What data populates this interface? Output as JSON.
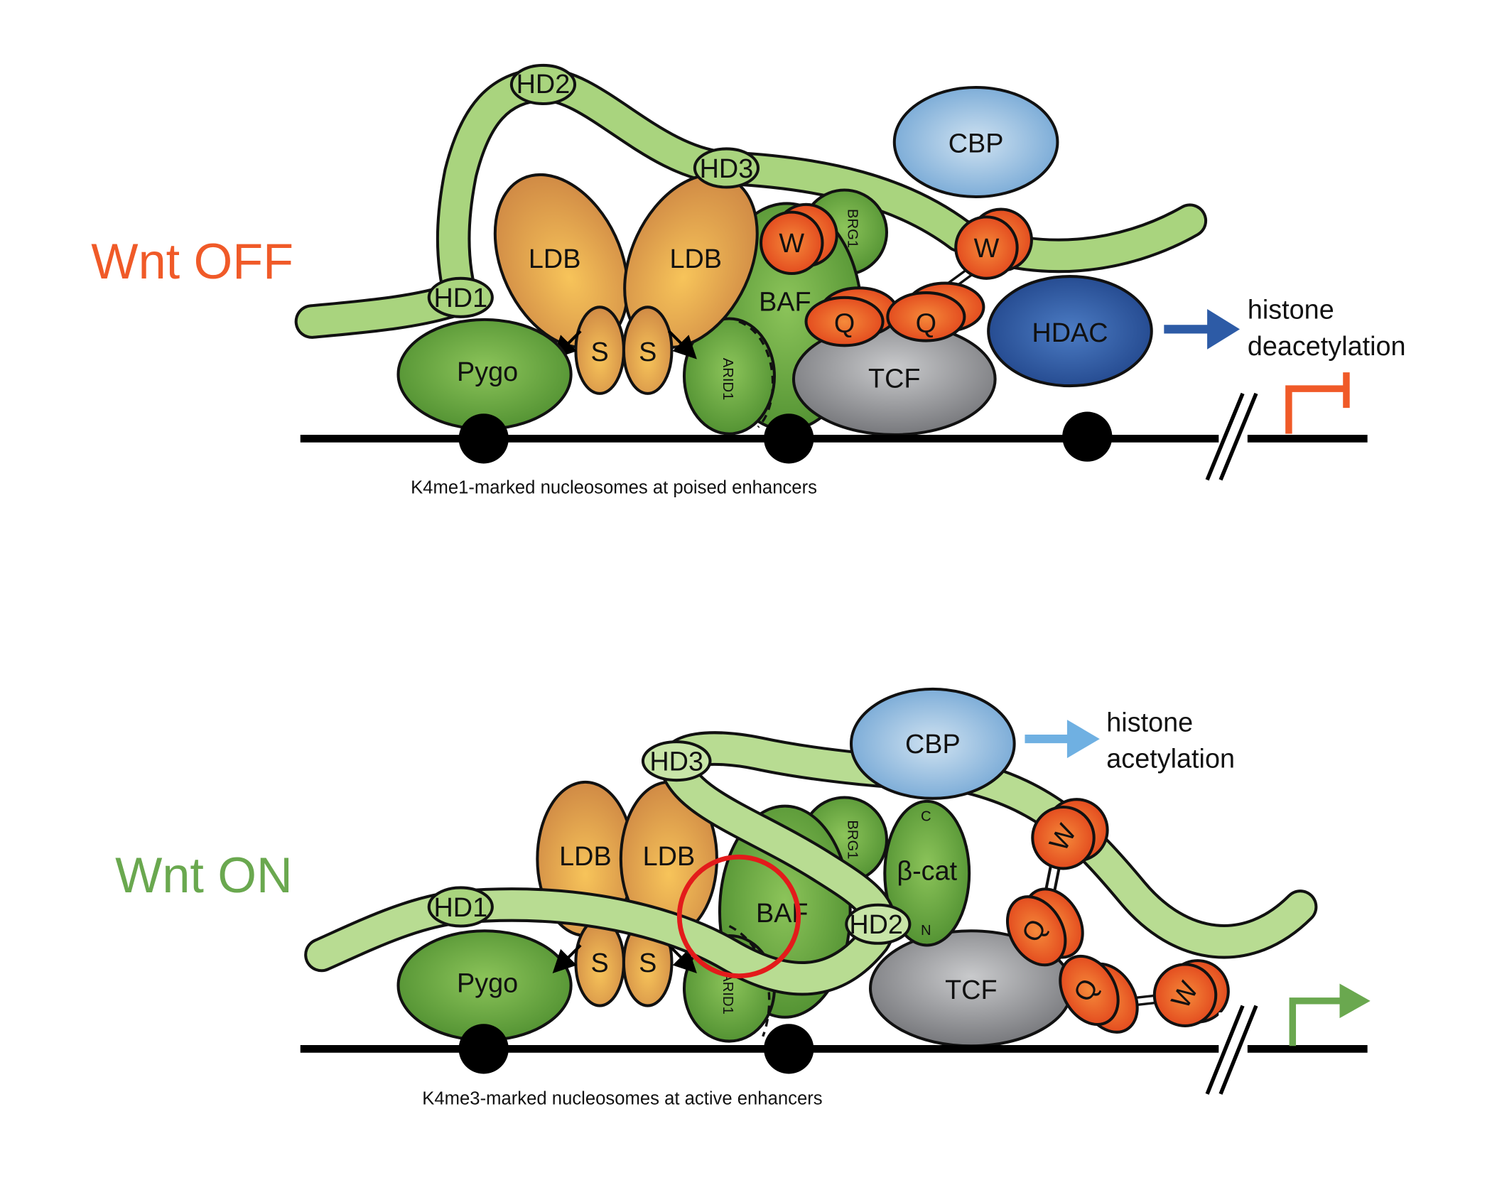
{
  "colors": {
    "off_title": "#f05a28",
    "on_title": "#6aa84f",
    "green_protein": "#5e9e3a",
    "chain": "#a9d47e",
    "ldb": "#e09a4a",
    "w_q": "#e8491e",
    "tcf": "#8f9094",
    "cbp": "#8db7dc",
    "hdac": "#2c5aa0",
    "deacetylation_arrow": "#2d5ba6",
    "acetylation_arrow": "#6fb0e2",
    "highlight_circle": "#e31b1b"
  },
  "off": {
    "title": "Wnt OFF",
    "chain_labels": {
      "hd1": "HD1",
      "hd2": "HD2",
      "hd3": "HD3"
    },
    "proteins": {
      "pygo": "Pygo",
      "ldb1": "LDB",
      "ldb2": "LDB",
      "s1": "S",
      "s2": "S",
      "baf": "BAF",
      "arid1": "ARID1",
      "brg1": "BRG1",
      "w1": "W",
      "w2": "W",
      "q1": "Q",
      "q2": "Q",
      "tcf": "TCF",
      "cbp": "CBP",
      "hdac": "HDAC"
    },
    "effect": {
      "line1": "histone",
      "line2": "deacetylation"
    },
    "caption": "K4me1-marked nucleosomes at poised enhancers",
    "promoter_state": "repressed"
  },
  "on": {
    "title": "Wnt ON",
    "chain_labels": {
      "hd1": "HD1",
      "hd2": "HD2",
      "hd3": "HD3"
    },
    "proteins": {
      "pygo": "Pygo",
      "ldb1": "LDB",
      "ldb2": "LDB",
      "s1": "S",
      "s2": "S",
      "baf": "BAF",
      "arid1": "ARID1",
      "brg1": "BRG1",
      "bcat": "β-cat",
      "bcat_c": "C",
      "bcat_n": "N",
      "w1": "W",
      "w2": "W",
      "q1": "Q",
      "q2": "Q",
      "tcf": "TCF",
      "cbp": "CBP"
    },
    "effect": {
      "line1": "histone",
      "line2": "acetylation"
    },
    "caption": "K4me3-marked nucleosomes at active enhancers",
    "promoter_state": "active"
  }
}
